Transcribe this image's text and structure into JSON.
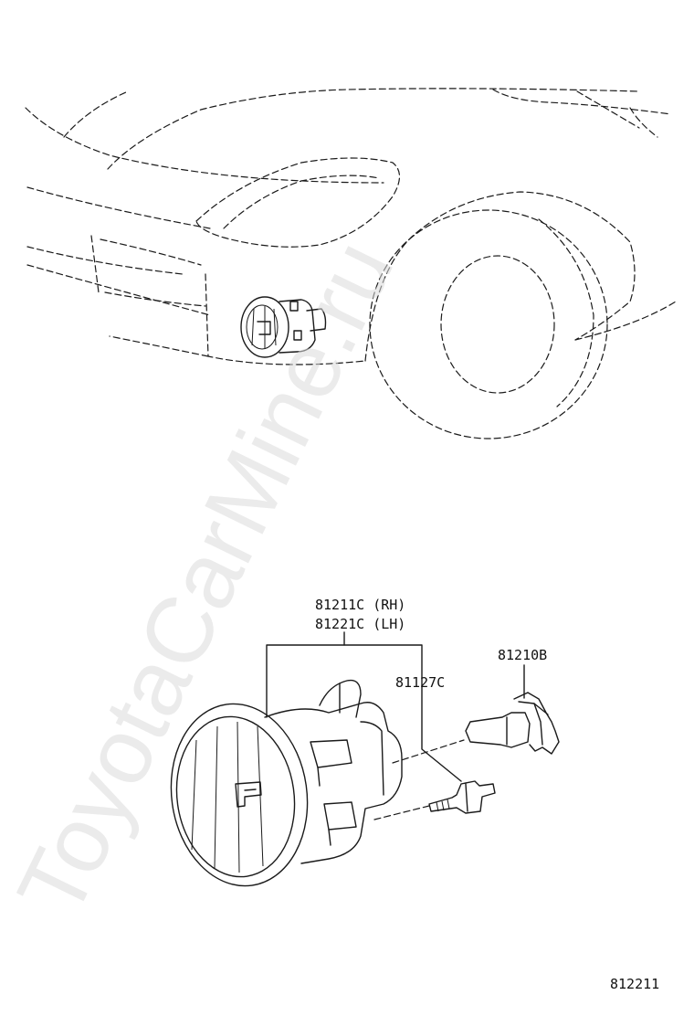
{
  "watermark": "ToyotaCarMine.ru",
  "labels": {
    "fog_lamp_rh": "81211C (RH)",
    "fog_lamp_lh": "81221C (LH)",
    "bulb": "81210B",
    "socket": "81127C"
  },
  "figure_number": "812211"
}
